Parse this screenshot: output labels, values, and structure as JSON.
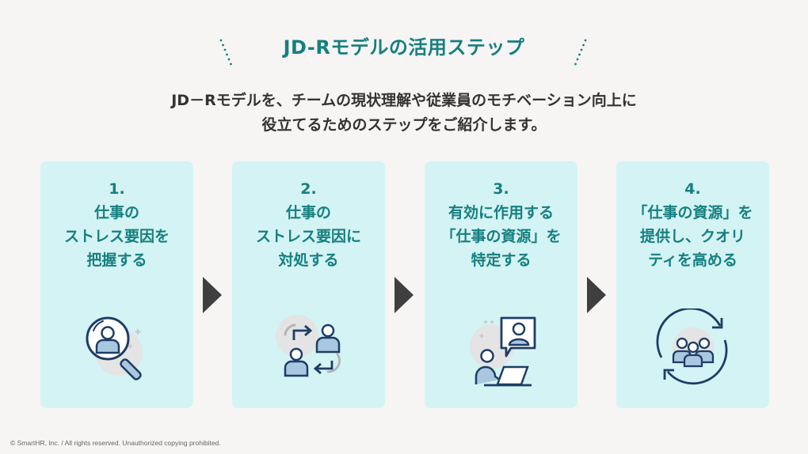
{
  "header": {
    "title": "JD-Rモデルの活用ステップ",
    "subtitle_line1": "JD－Rモデルを、チームの現状理解や従業員のモチベーション向上に",
    "subtitle_line2": "役立てるためのステップをご紹介します。"
  },
  "colors": {
    "accent": "#167f80",
    "card_bg": "#d4f3f4",
    "page_bg": "#f6f5f3",
    "arrow": "#3f3f3f",
    "icon_navy": "#1d3d66",
    "icon_fill": "#a9c8e0"
  },
  "steps": [
    {
      "number": "1.",
      "text": "仕事の\nストレス要因を\n把握する",
      "icon": "search-person-icon"
    },
    {
      "number": "2.",
      "text": "仕事の\nストレス要因に\n対処する",
      "icon": "exchange-people-icon"
    },
    {
      "number": "3.",
      "text": "有効に作用する\n「仕事の資源」を\n特定する",
      "icon": "online-meeting-icon"
    },
    {
      "number": "4.",
      "text": "「仕事の資源」を\n提供し、クオリ\nティを高める",
      "icon": "team-cycle-icon"
    }
  ],
  "footer": {
    "copyright": "© SmartHR, Inc. / All rights reserved. Unauthorized copying prohibited."
  }
}
